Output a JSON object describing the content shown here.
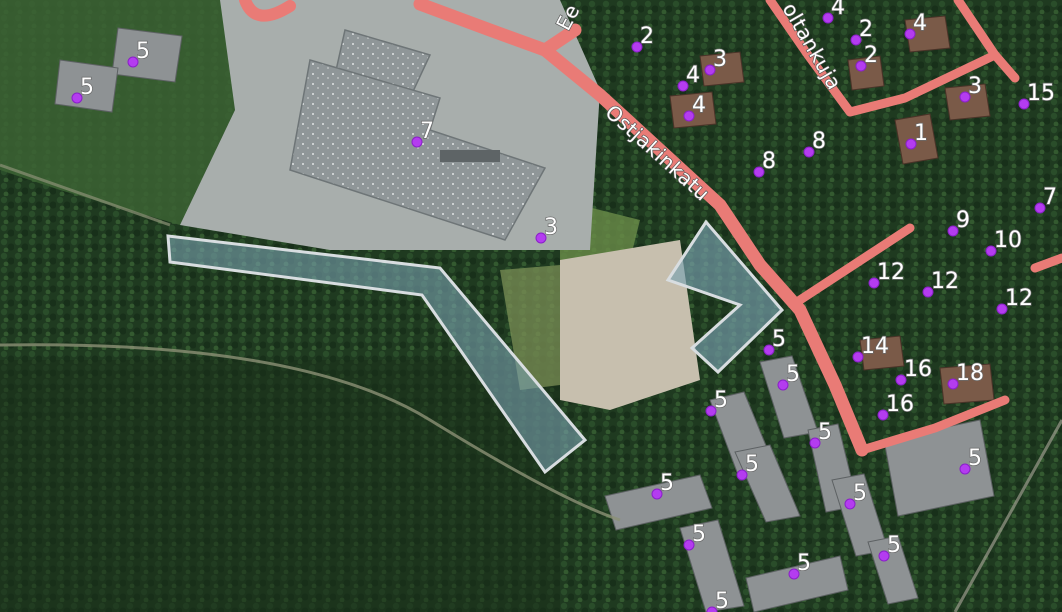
{
  "map": {
    "type": "satellite-imagery-with-address-overlay",
    "colors": {
      "road": "#e97b76",
      "address_dot": "#b43cf0",
      "forest": "#1f3a20",
      "highlight_outline": "#d8dde0",
      "highlight_fill": "#7aa2b0"
    },
    "streets": [
      {
        "id": "ostjakinkatu",
        "label": "Ostjakinkatu"
      },
      {
        "id": "oltankuja",
        "label": "oltankuja"
      },
      {
        "id": "top-partial",
        "label": "Ee"
      }
    ],
    "address_labels": [
      "5",
      "5",
      "7",
      "3",
      "2",
      "4",
      "3",
      "4",
      "4",
      "2",
      "2",
      "4",
      "3",
      "1",
      "15",
      "8",
      "8",
      "9",
      "10",
      "7",
      "12",
      "12",
      "12",
      "5",
      "14",
      "16",
      "18",
      "16",
      "5",
      "5",
      "5",
      "5",
      "5",
      "5",
      "5",
      "5",
      "5",
      "5",
      "5"
    ]
  }
}
